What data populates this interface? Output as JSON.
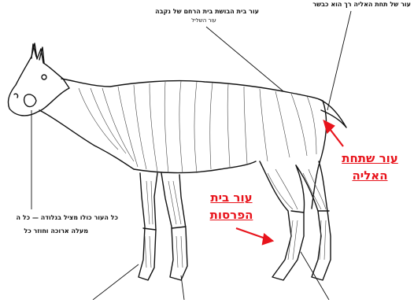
{
  "labels": {
    "top_right": "עור של תחת האליה רך הוא כבשר",
    "top_center_line1": "עור בית הבושת בית הרחם של נקבה",
    "top_center_line2": "עור השליל",
    "left_line1": "כל העור כולו מציל בנלודה — כל ה",
    "left_line2": "מעלה ארוכה וחוזר כל",
    "red_tail_line1": "עור שתחת",
    "red_tail_line2": "האליה",
    "red_hoof_line1": "עור בית",
    "red_hoof_line2": "הפרסות"
  },
  "colors": {
    "ink": "#111111",
    "accent": "#e8141c",
    "background": "#ffffff"
  }
}
